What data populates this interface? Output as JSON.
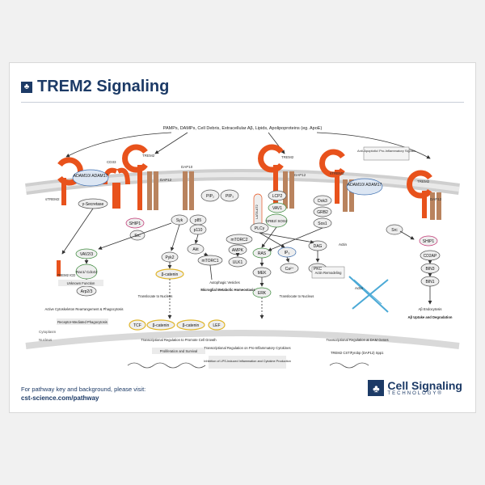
{
  "title": "TREM2 Signaling",
  "ligands": "PAMPs, DAMPs, Cell Debris, Extracellular Aβ, Lipids, Apolipoproteins (eg. ApoE)",
  "receptors": {
    "strem2": "sTREM2",
    "trem2": "TREM2",
    "cd33": "CD33",
    "dap10": "DAP10",
    "dap12": "DAP12",
    "anti_apoptotic": "Anti-Apoptotic/ Pro-Inflammatory Signals"
  },
  "nodes": {
    "adam_left": "ADAM10/ ADAM17",
    "adam_right": "ADAM10/ ADAM17",
    "gamma_secretase": "γ-Secretase",
    "trem2_icd": "TREM2 ICD",
    "ship1_left": "SHIP1",
    "ship1_right": "SHIP1",
    "src_left": "Src",
    "src_right": "Src",
    "syk": "Syk",
    "p85": "p85",
    "p110": "p110",
    "pip2": "PIP₂",
    "pip3": "PIP₃",
    "lat_lat2": "LAT/LAT2",
    "lcp2": "LCP2",
    "vav1": "VAV1",
    "grb2_sos2": "GRB2/ SOS2",
    "plcg": "PLCγ",
    "dok3": "Dok3",
    "grb2": "GRB2",
    "sos1": "Sos1",
    "vav23": "VAV2/3",
    "rac1_cdc42": "Rac1/ Cdc42",
    "arp23": "Arp2/3",
    "pyk2": "Pyk2",
    "beta_catenin_cyto": "β-catenin",
    "akt": "Akt",
    "mtorc2": "mTORC2",
    "mtorc1": "mTORC1",
    "ampk": "AMPK",
    "ulk1": "ULK1",
    "ras": "RAS",
    "mek": "MEK",
    "erk": "ERK",
    "ip3": "IP₃",
    "ca": "Ca²⁺",
    "dag": "DAG",
    "pkc": "PKC",
    "cd2ap": "CD2AP",
    "bin3": "BIN3",
    "bin1": "BIN1",
    "tcf": "TCF",
    "beta_catenin_n1": "β-catenin",
    "beta_catenin_n2": "β-catenin",
    "lef": "LEF",
    "actin_top": "Actin",
    "actin_right": "Actin"
  },
  "labels": {
    "unknown_function": "Unknown Function",
    "active_cyto": "Active Cytoskeleton Rearrangement & Phagocytosis",
    "receptor_mediated": "Receptor-Mediated Phagocytosis",
    "translocate1": "Translocate to Nucleus",
    "translocate2": "Translocate to Nucleus",
    "autophagic": "Autophagic Vesicles",
    "microglial": "Microglial Metabolic Homeostasis",
    "actin_remodeling": "Actin Remodeling",
    "transcriptional_reg_cell": "Transcriptional Regulation to Promote Cell Growth",
    "proliferation": "Proliferation and Survival",
    "transcriptional_reg_pro": "Transcriptional Regulation on Pro-Inflammatory Cytokines",
    "inhibition_lps": "Inhibition of LPS-Induced Inflammation and Cytokine Production",
    "transcriptional_dam": "Transcriptional Regulation at DAM Genes",
    "dam_genes_a": "TREM2 CST7",
    "dam_genes_b": "Tyrobp (DAP12) Spp1",
    "ab_endocytosis": "Aβ Endocytosis",
    "ab_uptake": "Aβ Uptake and Degradation",
    "cytoplasm": "Cytoplasm",
    "nucleus": "Nucleus"
  },
  "footer": {
    "line1": "For pathway key and background, please visit:",
    "url": "cst-science.com/pathway",
    "brand_name": "Cell Signaling",
    "brand_sub": "TECHNOLOGY®"
  },
  "colors": {
    "brand": "#1c3a66",
    "receptor": "#e8521c",
    "membrane": "#d4d4d4",
    "node_fill": "#eeeeee",
    "node_stroke": "#555555",
    "ship": "#c0306f",
    "vav": "#3b8a3b",
    "gold": "#e0b52a",
    "blue": "#3e6fb0",
    "actin": "#4aa9d6"
  }
}
